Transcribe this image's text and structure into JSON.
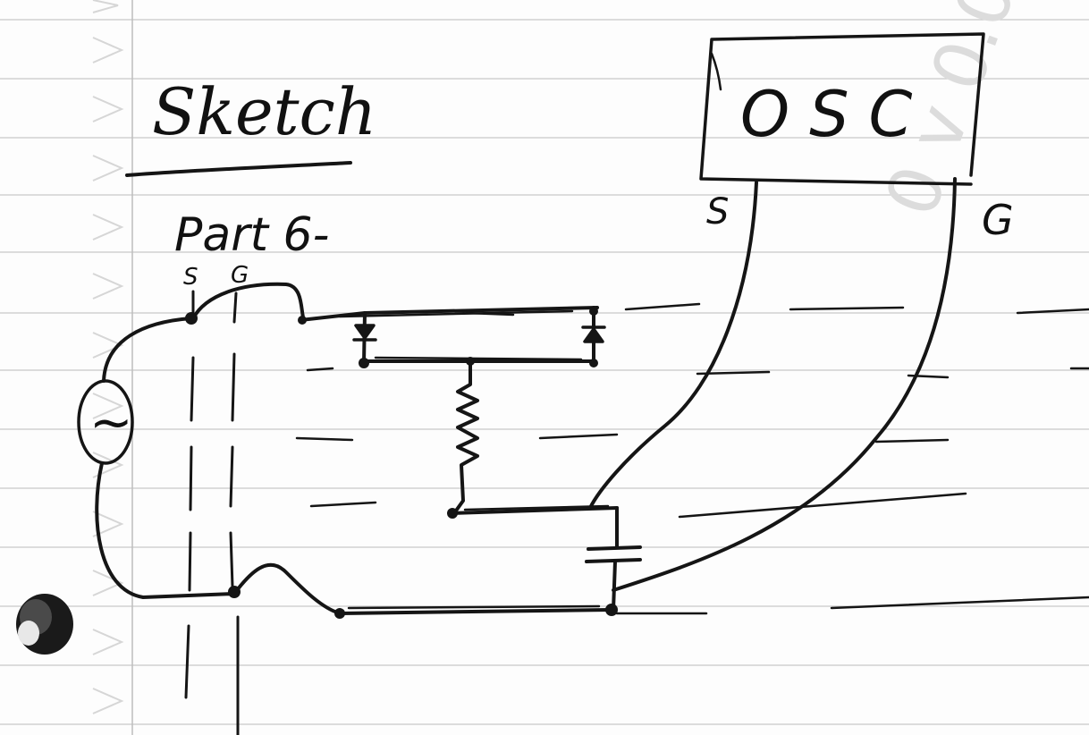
{
  "sketch": {
    "title": "Sketch",
    "part_label": "Part 6-",
    "part_pin_s": "S",
    "part_pin_g": "G",
    "osc_label": "OSC",
    "osc_pin_s": "S",
    "osc_pin_g": "G",
    "source_symbol": "~",
    "faint_bleed_text": "0 v 0.0"
  },
  "colors": {
    "paper": "#fdfdfd",
    "rule_line": "#c9c9c9",
    "ink": "#151515",
    "margin_triangles": "#d6d6d6"
  }
}
